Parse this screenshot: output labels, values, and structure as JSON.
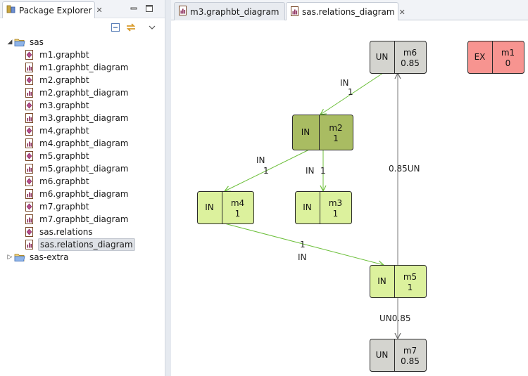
{
  "package_explorer": {
    "title": "Package Explorer",
    "close": "✕",
    "tree": [
      {
        "label": "sas",
        "expanded": true,
        "kind": "folder",
        "children": [
          {
            "label": "m1.graphbt",
            "kind": "graphbt"
          },
          {
            "label": "m1.graphbt_diagram",
            "kind": "diagram"
          },
          {
            "label": "m2.graphbt",
            "kind": "graphbt"
          },
          {
            "label": "m2.graphbt_diagram",
            "kind": "diagram"
          },
          {
            "label": "m3.graphbt",
            "kind": "graphbt"
          },
          {
            "label": "m3.graphbt_diagram",
            "kind": "diagram"
          },
          {
            "label": "m4.graphbt",
            "kind": "graphbt"
          },
          {
            "label": "m4.graphbt_diagram",
            "kind": "diagram"
          },
          {
            "label": "m5.graphbt",
            "kind": "graphbt"
          },
          {
            "label": "m5.graphbt_diagram",
            "kind": "diagram"
          },
          {
            "label": "m6.graphbt",
            "kind": "graphbt"
          },
          {
            "label": "m6.graphbt_diagram",
            "kind": "diagram"
          },
          {
            "label": "m7.graphbt",
            "kind": "graphbt"
          },
          {
            "label": "m7.graphbt_diagram",
            "kind": "diagram"
          },
          {
            "label": "sas.relations",
            "kind": "graphbt"
          },
          {
            "label": "sas.relations_diagram",
            "kind": "diagram",
            "selected": true
          }
        ]
      },
      {
        "label": "sas-extra",
        "expanded": false,
        "kind": "folder",
        "children": []
      }
    ]
  },
  "editor": {
    "tabs": [
      {
        "label": "m3.graphbt_diagram",
        "active": false
      },
      {
        "label": "sas.relations_diagram",
        "active": true,
        "close": "✕"
      }
    ]
  },
  "diagram": {
    "nodes": [
      {
        "id": "m6",
        "left": "UN",
        "name": "m6",
        "value": "0.85",
        "fill": "#d4d4cf"
      },
      {
        "id": "m1",
        "left": "EX",
        "name": "m1",
        "value": "0",
        "fill": "#f79490"
      },
      {
        "id": "m2",
        "left": "IN",
        "name": "m2",
        "value": "1",
        "fill": "#a9bc62"
      },
      {
        "id": "m4",
        "left": "IN",
        "name": "m4",
        "value": "1",
        "fill": "#dcf19d"
      },
      {
        "id": "m3",
        "left": "IN",
        "name": "m3",
        "value": "1",
        "fill": "#dcf19d"
      },
      {
        "id": "m5",
        "left": "IN",
        "name": "m5",
        "value": "1",
        "fill": "#dcf19d"
      },
      {
        "id": "m7",
        "left": "UN",
        "name": "m7",
        "value": "0.85",
        "fill": "#d4d4cf"
      }
    ],
    "edges": [
      {
        "from": "m6",
        "to": "m2",
        "labels": [
          "IN",
          "1"
        ],
        "color": "#6cbf3a"
      },
      {
        "from": "m2",
        "to": "m4",
        "labels": [
          "IN",
          "1"
        ],
        "color": "#6cbf3a"
      },
      {
        "from": "m2",
        "to": "m3",
        "labels": [
          "IN",
          "1"
        ],
        "color": "#6cbf3a"
      },
      {
        "from": "m4",
        "to": "m5",
        "labels": [
          "1",
          "IN"
        ],
        "color": "#6cbf3a"
      },
      {
        "from": "m5",
        "to": "m6",
        "labels": [
          "0.85UN"
        ],
        "color": "#7a7a7a"
      },
      {
        "from": "m5",
        "to": "m7",
        "labels": [
          "UN0.85"
        ],
        "color": "#7a7a7a"
      }
    ]
  }
}
